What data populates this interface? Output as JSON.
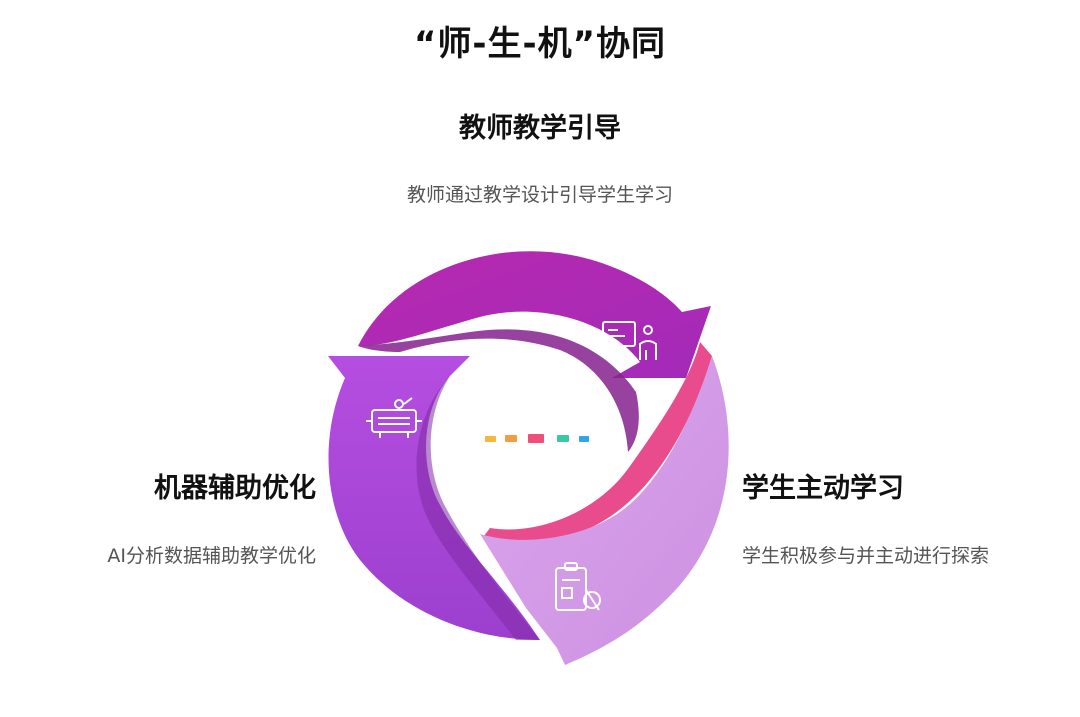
{
  "title": "“师-生-机”协同",
  "teacher": {
    "title": "教师教学引导",
    "desc": "教师通过教学设计引导学生学习",
    "icon": "teacher-presentation-icon",
    "color": "#ab2fb6"
  },
  "machine": {
    "title": "机器辅助优化",
    "desc": "AI分析数据辅助教学优化",
    "icon": "computer-machine-icon",
    "color": "#a540d2"
  },
  "student": {
    "title": "学生主动学习",
    "desc": "学生积极参与并主动进行探索",
    "icon": "clipboard-study-icon",
    "color": "#d79ee8"
  },
  "center_dots": [
    "#f5b83d",
    "#f59b42",
    "#ef4f7a",
    "#39c9a4",
    "#2fa6e6"
  ]
}
